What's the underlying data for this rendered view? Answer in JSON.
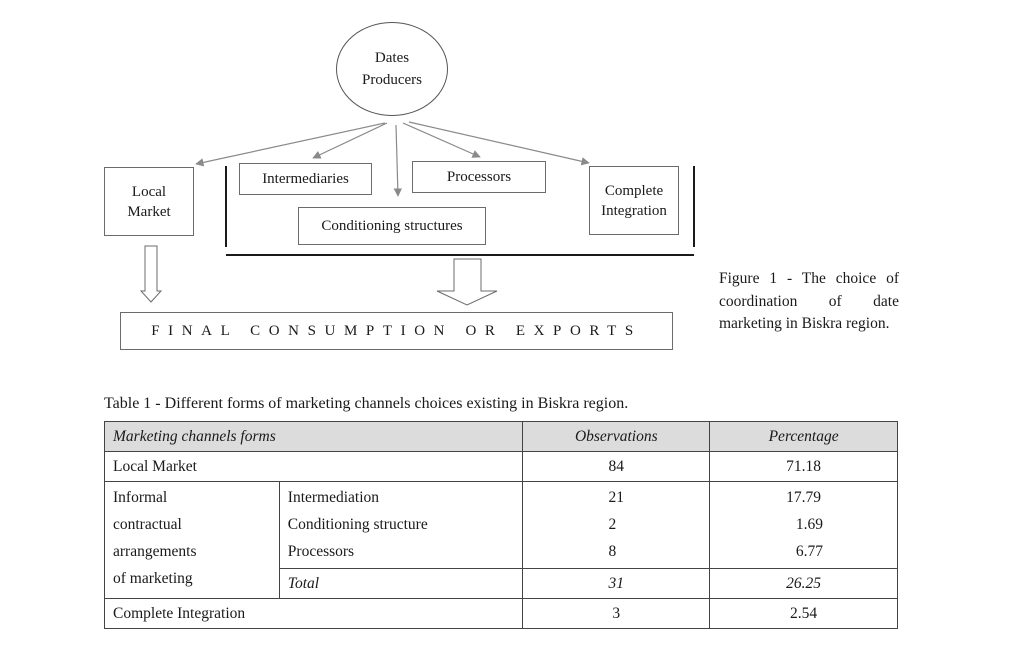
{
  "diagram": {
    "producer_line1": "Dates",
    "producer_line2": "Producers",
    "local_market_line1": "Local",
    "local_market_line2": "Market",
    "intermediaries": "Intermediaries",
    "processors": "Processors",
    "conditioning": "Conditioning structures",
    "complete_line1": "Complete",
    "complete_line2": "Integration",
    "final": "FINAL CONSUMPTION OR EXPORTS"
  },
  "figure_caption": "Figure 1 - The choice of coordination of date marketing in Biskra region.",
  "table": {
    "title": "Table 1 - Different forms of marketing channels choices existing in Biskra region.",
    "headers": [
      "Marketing channels forms",
      "Observations",
      "Percentage"
    ],
    "local_market": {
      "label": "Local Market",
      "obs": "84",
      "pct": "71.18"
    },
    "informal": {
      "label_lines": [
        "Informal",
        "contractual",
        "arrangements",
        "of marketing"
      ],
      "rows": [
        {
          "label": "Intermediation",
          "obs": "21",
          "pct": "17.79"
        },
        {
          "label": "Conditioning structure",
          "obs": "2",
          "pct": "1.69"
        },
        {
          "label": "Processors",
          "obs": "8",
          "pct": "6.77"
        }
      ],
      "total": {
        "label": "Total",
        "obs": "31",
        "pct": "26.25"
      }
    },
    "complete": {
      "label": "Complete Integration",
      "obs": "3",
      "pct": "2.54"
    }
  }
}
